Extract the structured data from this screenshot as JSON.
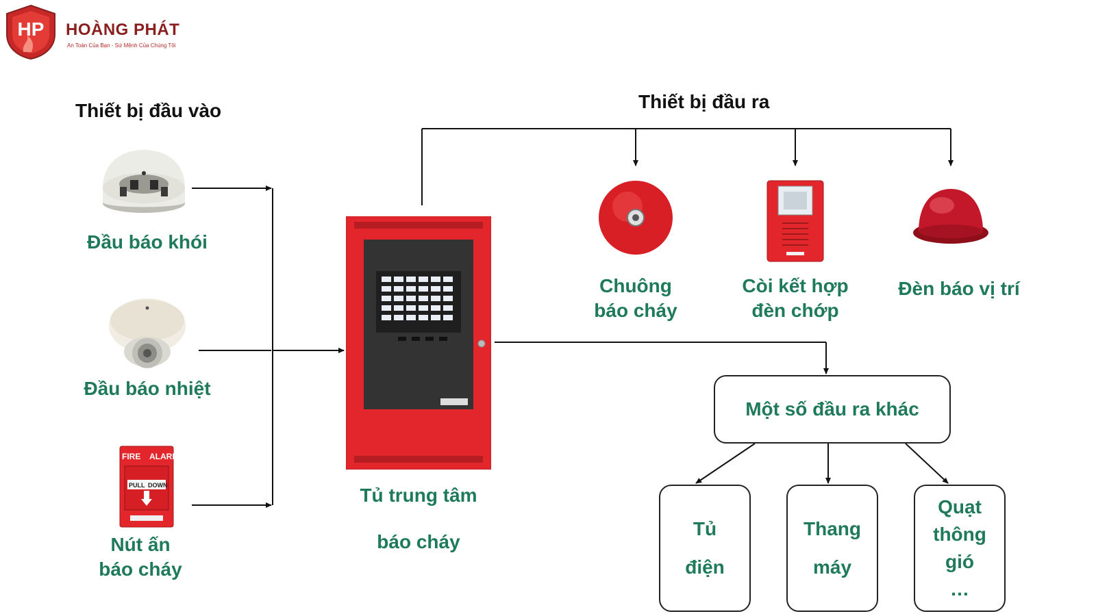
{
  "logo": {
    "monogram": "HP",
    "title": "HOÀNG PHÁT",
    "tagline": "An Toàn Của Bạn - Sứ Mệnh Của Chúng Tôi"
  },
  "headings": {
    "inputs": "Thiết bị đầu vào",
    "outputs": "Thiết bị đầu ra"
  },
  "inputs": [
    {
      "label": "Đầu báo khói",
      "icon": "smoke-detector-icon"
    },
    {
      "label": "Đầu báo nhiệt",
      "icon": "heat-detector-icon"
    },
    {
      "label": "Nút ấn\nbáo cháy",
      "icon": "manual-call-point-icon",
      "device_text": {
        "top_left": "FIRE",
        "top_right": "ALARM",
        "middle_left": "PULL",
        "middle_right": "DOWN"
      }
    }
  ],
  "panel": {
    "label_line1": "Tủ trung tâm",
    "label_line2": "báo cháy",
    "icon": "fire-alarm-panel-icon"
  },
  "outputs": [
    {
      "label": "Chuông\nbáo cháy",
      "icon": "fire-bell-icon"
    },
    {
      "label": "Còi kết hợp\nđèn chớp",
      "icon": "horn-strobe-icon"
    },
    {
      "label": "Đèn báo vị trí",
      "icon": "location-lamp-icon"
    }
  ],
  "other_outputs": {
    "label": "Một số đầu ra khác",
    "children": [
      "Tủ\n\nđiện",
      "Thang\n\nmáy",
      "Quạt\nthông\ngió\n…"
    ]
  },
  "colors": {
    "accent_green": "#1f7a5c",
    "panel_red": "#e3262b",
    "panel_dark": "#333333",
    "brand_red": "#c62828"
  }
}
